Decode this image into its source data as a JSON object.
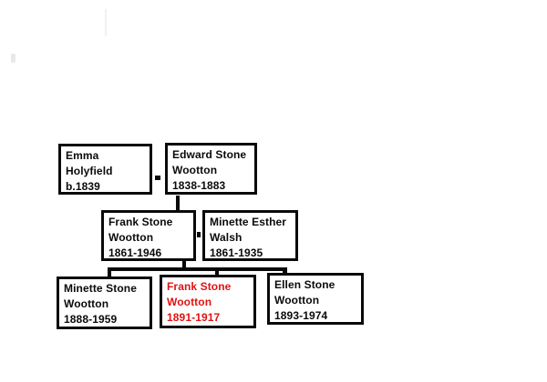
{
  "diagram": {
    "type": "family-tree",
    "colors": {
      "background": "#ffffff",
      "box_border": "#0a0a0a",
      "text": "#0a0a0a",
      "highlight_text": "#e01212"
    },
    "nodes": {
      "emma": {
        "lines": [
          "Emma",
          "Holyfield",
          "b.1839"
        ],
        "highlighted": false
      },
      "edward": {
        "lines": [
          "Edward Stone",
          "Wootton",
          "1838-1883"
        ],
        "highlighted": false
      },
      "frank_sr": {
        "lines": [
          "Frank Stone",
          "Wootton",
          "1861-1946"
        ],
        "highlighted": false
      },
      "minette_esther": {
        "lines": [
          "Minette Esther",
          "Walsh",
          "1861-1935"
        ],
        "highlighted": false
      },
      "minette_stone": {
        "lines": [
          "Minette Stone",
          "Wootton",
          "1888-1959"
        ],
        "highlighted": false
      },
      "frank_jr": {
        "lines": [
          "Frank Stone",
          "Wootton",
          "1891-1917"
        ],
        "highlighted": true
      },
      "ellen": {
        "lines": [
          "Ellen Stone",
          "Wootton",
          "1893-1974"
        ],
        "highlighted": false
      }
    }
  }
}
